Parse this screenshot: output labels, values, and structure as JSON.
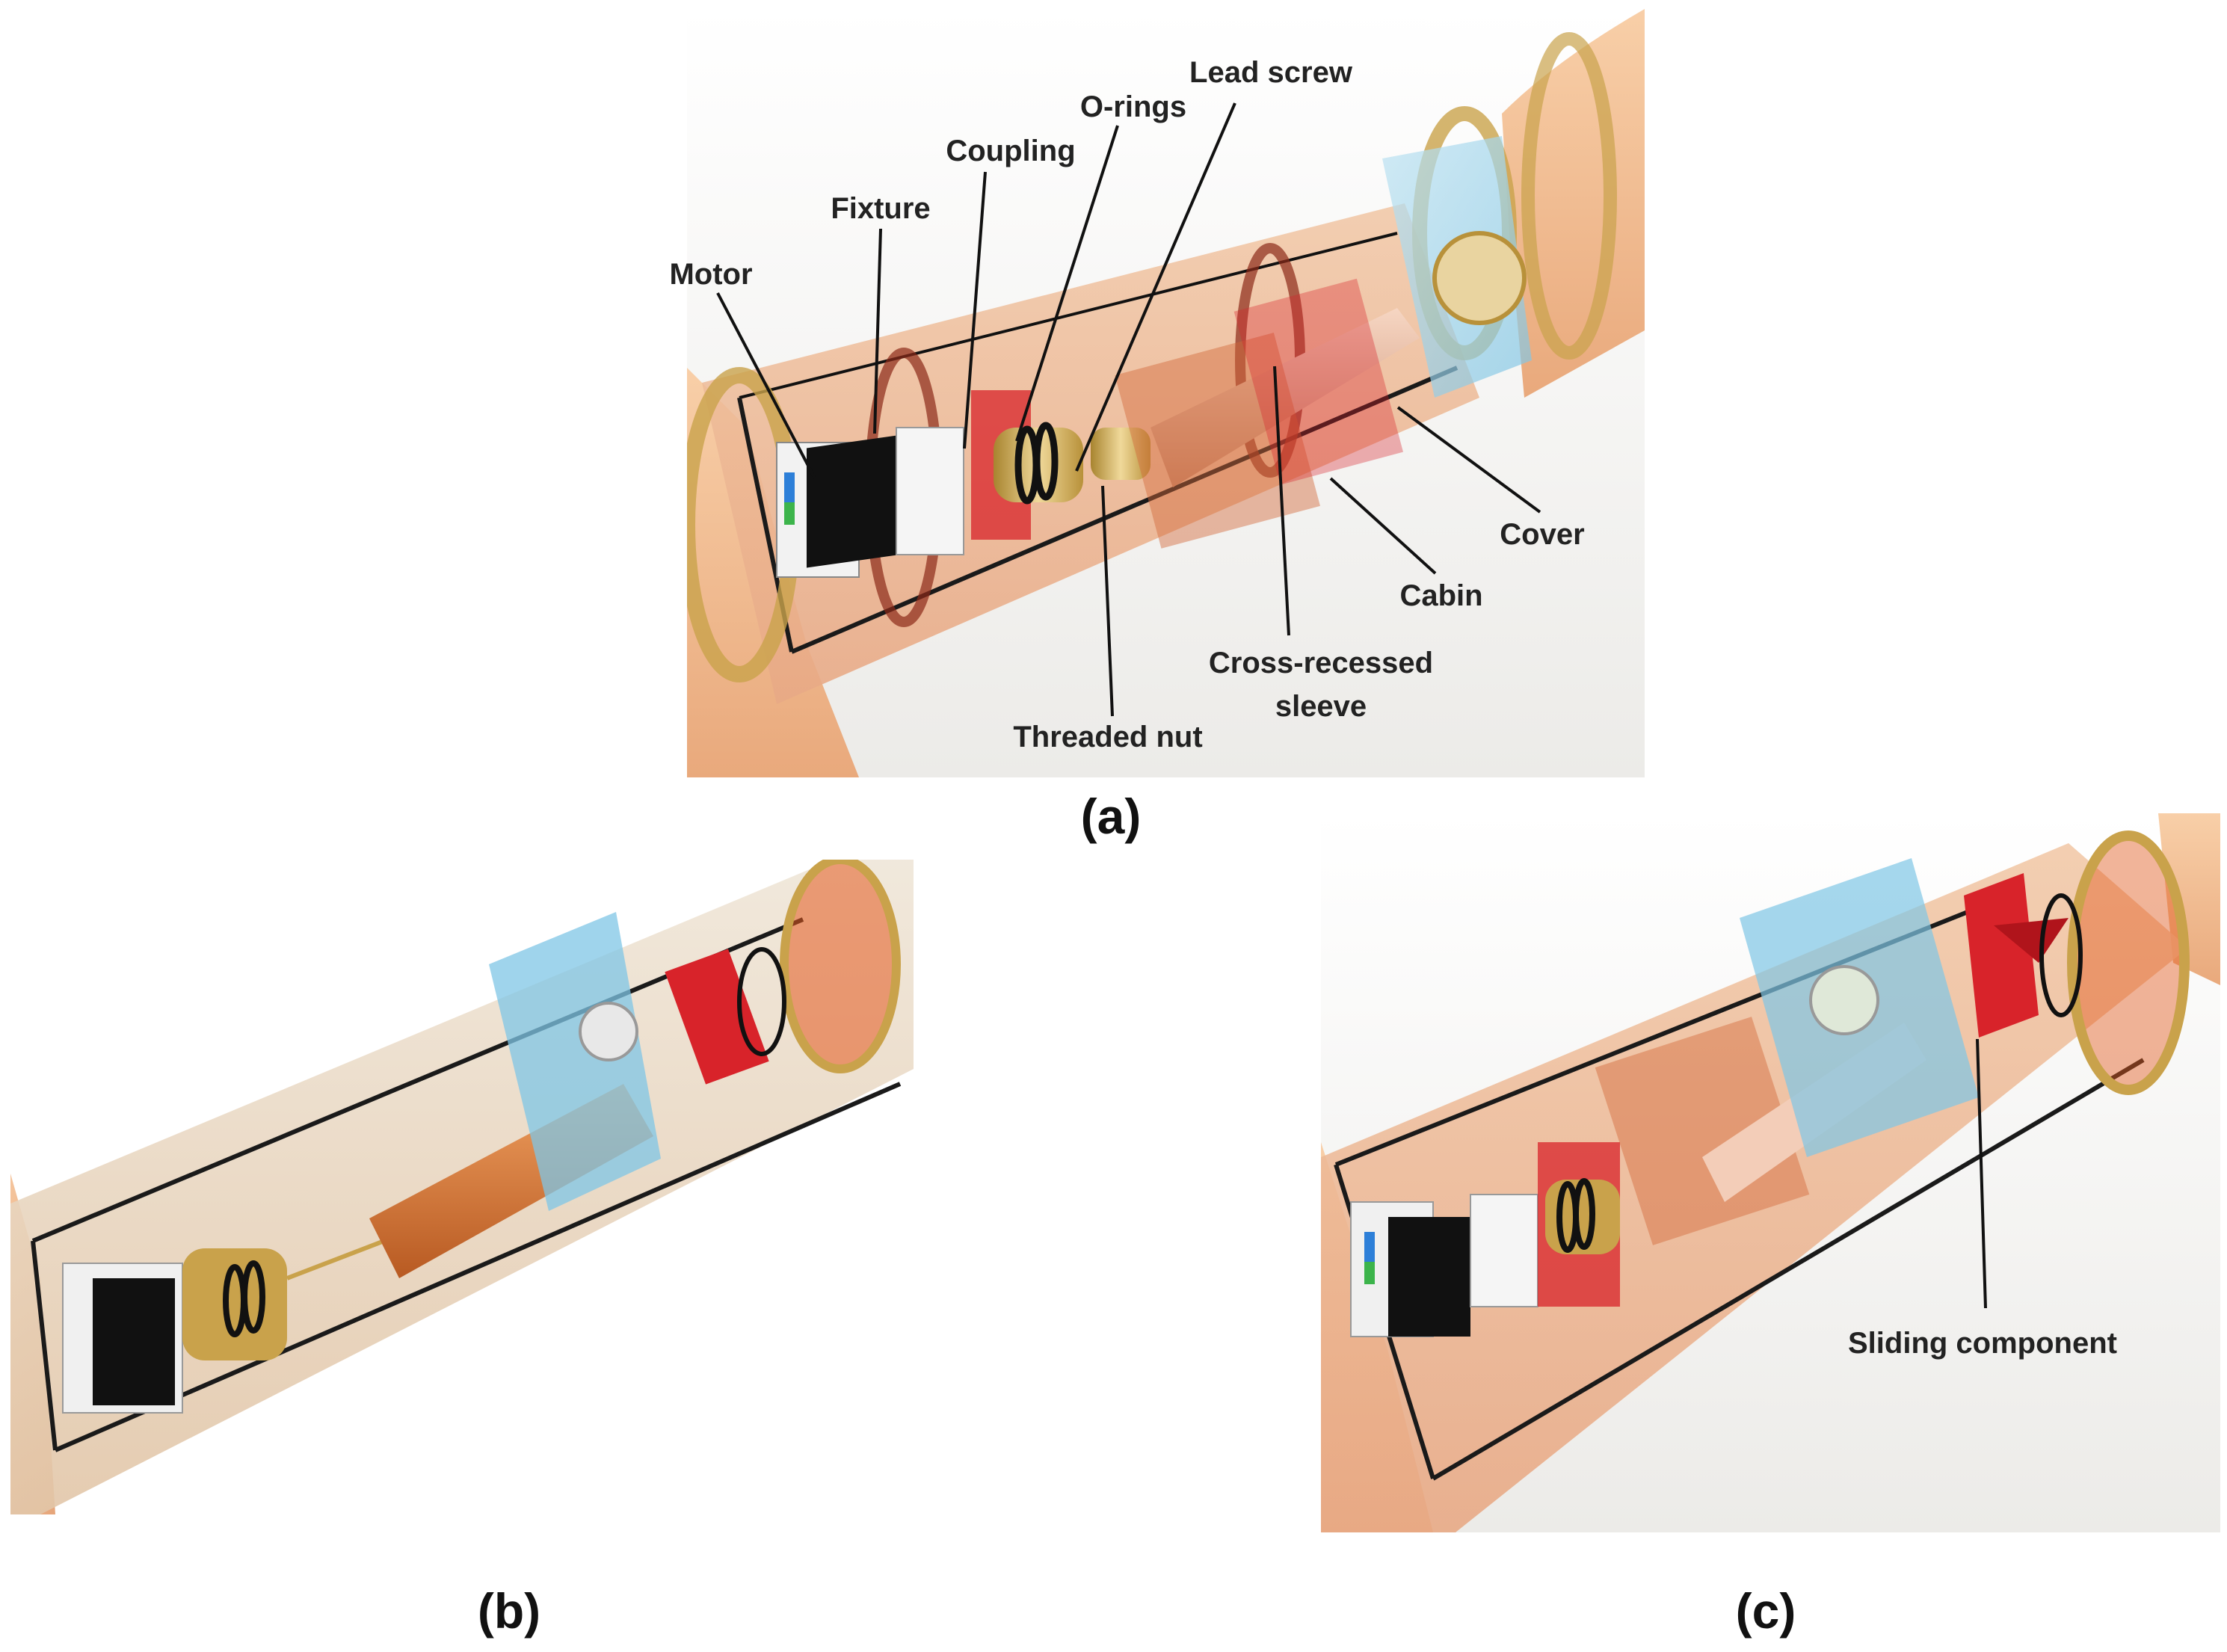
{
  "panel_a": {
    "labels": {
      "lead_screw": "Lead screw",
      "o_rings": "O-rings",
      "coupling": "Coupling",
      "fixture": "Fixture",
      "motor": "Motor",
      "cover": "Cover",
      "cabin": "Cabin",
      "cross_recessed_line1": "Cross-recessed",
      "cross_recessed_line2": "sleeve",
      "threaded_nut": "Threaded nut"
    },
    "caption": "(a)"
  },
  "panel_b": {
    "caption": "(b)"
  },
  "panel_c": {
    "labels": {
      "sliding_component": "Sliding component"
    },
    "caption": "(c)"
  },
  "colors": {
    "skin": "#f3b98c",
    "tube_tint": "#e8b38a",
    "frame": "#1a1a1a",
    "brass": "#c9a24b",
    "copper": "#d2693a",
    "red_part": "#d8232a",
    "bellows_blue": "#7fc6e6",
    "motor_black": "#111111",
    "label_text": "#222222"
  }
}
